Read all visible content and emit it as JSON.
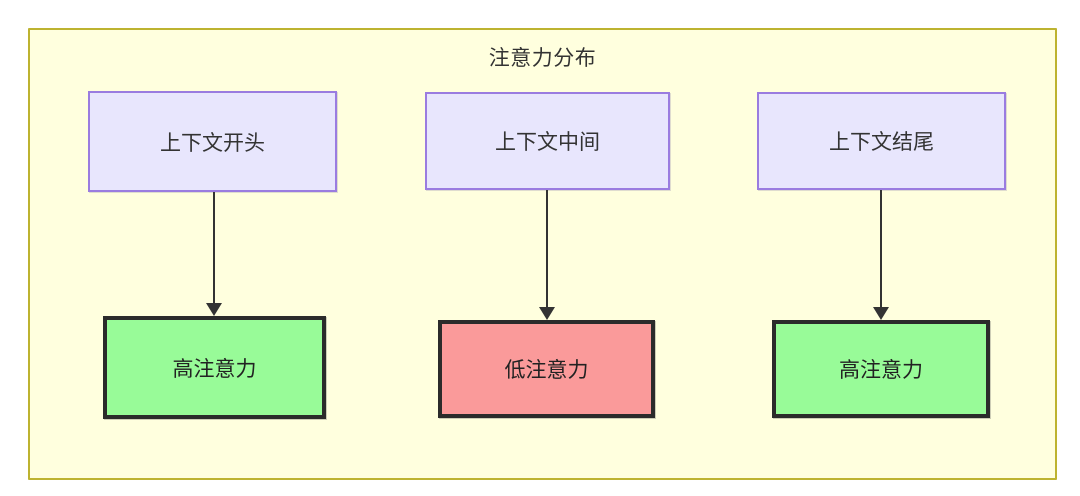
{
  "diagram": {
    "title": "注意力分布",
    "container_fill": "#ffffde",
    "container_border": "#bdb330",
    "columns": [
      {
        "id": "col-1",
        "source": {
          "label": "上下文开头",
          "fill": "#e8e6fd",
          "border": "#9a7ce0"
        },
        "target": {
          "label": "高注意力",
          "fill": "#98fb98",
          "border": "#2b2b2b"
        },
        "connector": "arrow-down"
      },
      {
        "id": "col-2",
        "source": {
          "label": "上下文中间",
          "fill": "#e8e6fd",
          "border": "#9a7ce0"
        },
        "target": {
          "label": "低注意力",
          "fill": "#fa9a9a",
          "border": "#2b2b2b"
        },
        "connector": "arrow-down"
      },
      {
        "id": "col-3",
        "source": {
          "label": "上下文结尾",
          "fill": "#e8e6fd",
          "border": "#9a7ce0"
        },
        "target": {
          "label": "高注意力",
          "fill": "#98fb98",
          "border": "#2b2b2b"
        },
        "connector": "arrow-down"
      }
    ]
  }
}
